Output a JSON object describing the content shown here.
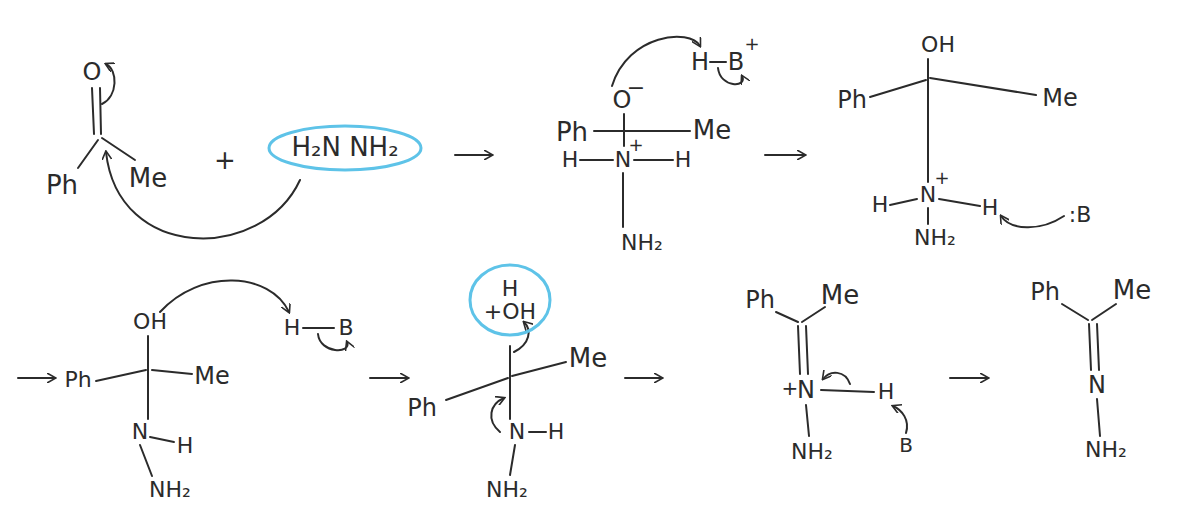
{
  "diagram": {
    "nodes": [
      {
        "text": [
          "H₂N NH₂"
        ]
      },
      {
        "text": [
          "H",
          "+OH"
        ]
      }
    ],
    "labels": [
      "O",
      "Ph",
      "Me",
      "+",
      "O",
      "−",
      "H",
      "B",
      "+",
      "Ph",
      "Me",
      "H",
      "N",
      "+",
      "H",
      "NH₂",
      "OH",
      "Ph",
      "Me",
      "H",
      "N",
      "+",
      "H",
      ":B",
      "NH₂",
      "OH",
      "Ph",
      "Me",
      "N",
      "H",
      "NH₂",
      "H",
      "B",
      "Ph",
      "Me",
      "N",
      "H",
      "NH₂",
      "Ph",
      "Me",
      "+",
      "N",
      "H",
      "B",
      "NH₂",
      "Ph",
      "Me",
      "N",
      "NH₂"
    ]
  }
}
